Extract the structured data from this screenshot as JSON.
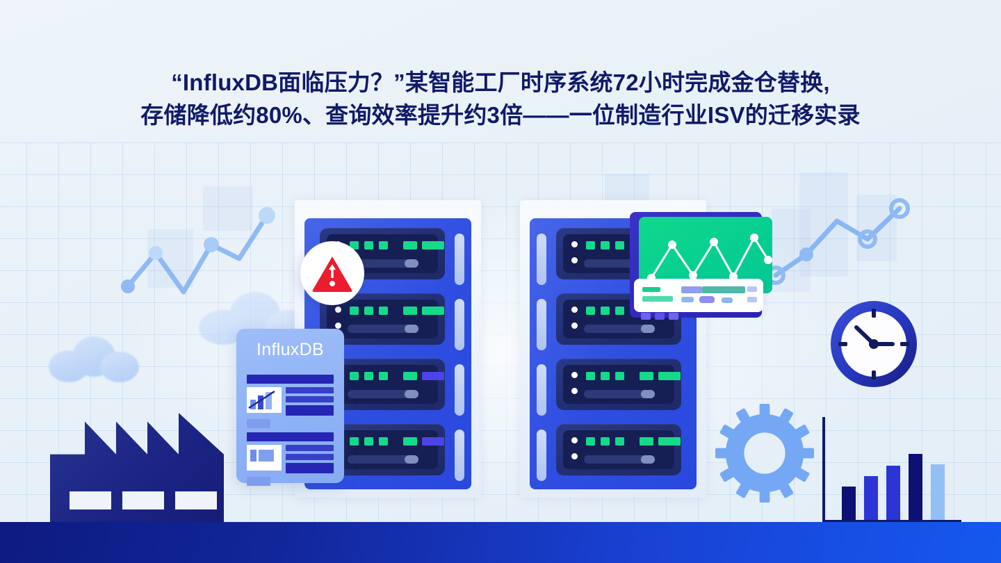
{
  "page": {
    "title_line1": "“InfluxDB面临压力？”某智能工厂时序系统72小时完成金仓替换,",
    "title_line2": "存储降低约80%、查询效率提升约3倍——一位制造行业ISV的迁移实录",
    "title_color": "#101a68",
    "background_color": "#eaf2f9",
    "accent_blue": "#2948de",
    "accent_green": "#10d88c",
    "warning_red": "#ed1b2e",
    "band_gradient_start": "#0d1b80",
    "band_gradient_end": "#1558ef"
  },
  "influx_card": {
    "brand_label": "InfluxDB",
    "card_color": "#8fb2f6",
    "text_color": "#ffffff"
  },
  "illustration": {
    "factory_label": "factory-silhouette",
    "factory_window_count": 3,
    "warning_badge_label": "warning-alert-badge",
    "gear_label": "settings-gear",
    "gear_teeth": 12,
    "clock_label": "wall-clock",
    "clock_time": "10:15",
    "monitor_label": "monitoring-dashboard",
    "rack_count": 2,
    "units_per_rack": 4
  },
  "chart_data": [
    {
      "type": "bar",
      "name": "performance-bar-chart",
      "categories": [
        "1",
        "2",
        "3",
        "4",
        "5"
      ],
      "values": [
        48,
        63,
        78,
        95,
        80
      ],
      "colors": [
        "#0d1173",
        "#2b35d6",
        "#2b35d6",
        "#0d1173",
        "#92c0f5"
      ],
      "title": "",
      "xlabel": "",
      "ylabel": "",
      "ylim": [
        0,
        100
      ],
      "grid": false,
      "legend": "none"
    },
    {
      "type": "line",
      "name": "monitor-screen-line-chart",
      "x": [
        0,
        1,
        2,
        3,
        4,
        5,
        6
      ],
      "values": [
        18,
        72,
        30,
        78,
        14,
        84,
        48
      ],
      "series_color": "#ffffff",
      "background": "#10d88c",
      "title": "",
      "grid": false,
      "legend": "none"
    },
    {
      "type": "line",
      "name": "left-trend-line-chart",
      "x": [
        0,
        1,
        2,
        3,
        4,
        5,
        6
      ],
      "values": [
        16,
        44,
        8,
        52,
        38,
        72,
        96
      ],
      "series_color": "#7fb0f4",
      "title": "",
      "grid": true,
      "legend": "none"
    },
    {
      "type": "line",
      "name": "right-trend-line-chart",
      "x": [
        0,
        1,
        2,
        3,
        4
      ],
      "values": [
        10,
        42,
        74,
        46,
        96
      ],
      "series_color": "#7fb0f4",
      "title": "",
      "grid": true,
      "legend": "none"
    }
  ]
}
